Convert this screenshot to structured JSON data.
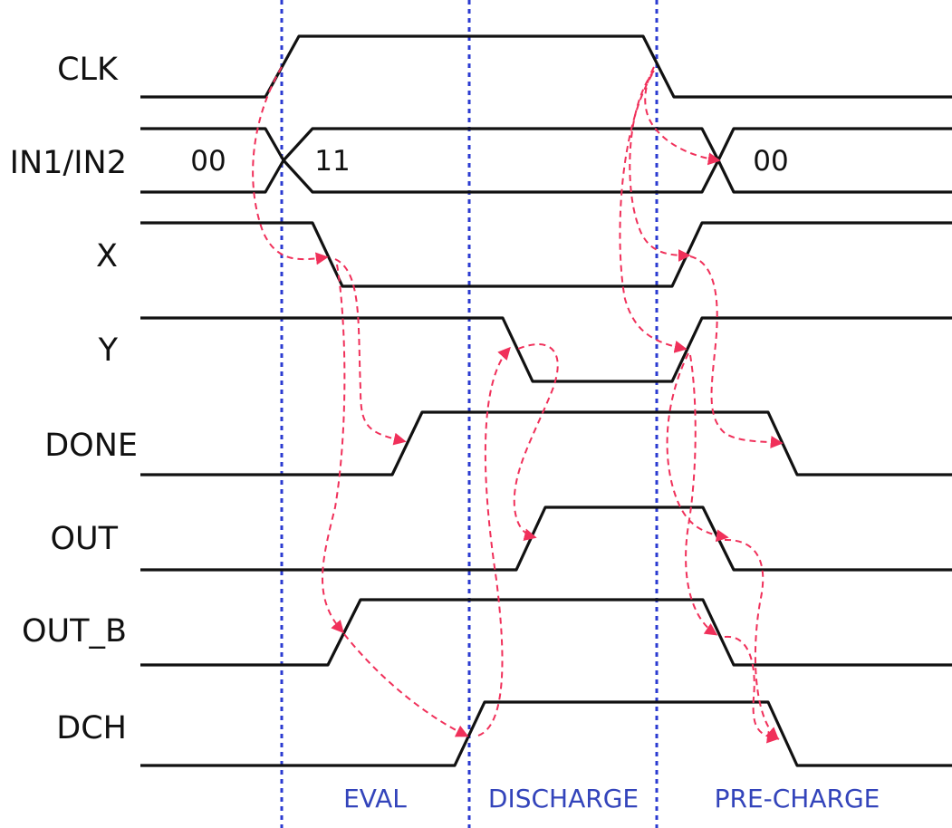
{
  "colors": {
    "waveform": "#111111",
    "phase_divider": "#2b3bd1",
    "phase_text": "#3344bb",
    "dependency_arrow": "#f0305a"
  },
  "signals": {
    "clk": "CLK",
    "in1_in2": "IN1/IN2",
    "x": "X",
    "y": "Y",
    "done": "DONE",
    "out": "OUT",
    "out_b": "OUT_B",
    "dch": "DCH"
  },
  "bus_values": {
    "before": "00",
    "eval": "11",
    "after": "00"
  },
  "phases": {
    "eval": "EVAL",
    "discharge": "DISCHARGE",
    "precharge": "PRE-CHARGE"
  }
}
